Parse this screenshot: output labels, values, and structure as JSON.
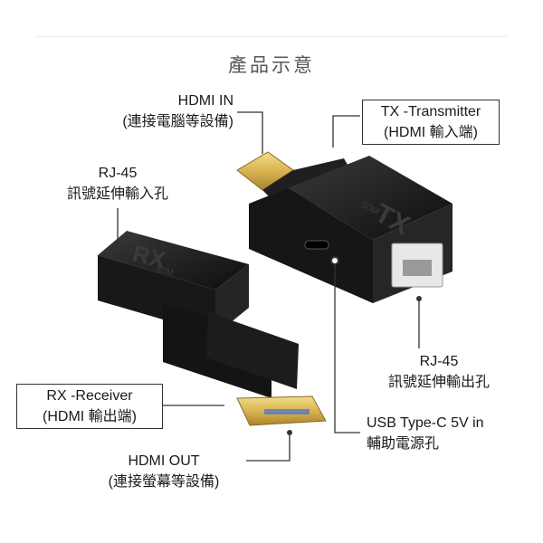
{
  "page_title": "產品示意",
  "labels": {
    "hdmi_in": {
      "line1": "HDMI IN",
      "line2": "(連接電腦等設備)"
    },
    "rj45_in": {
      "line1": "RJ-45",
      "line2": "訊號延伸輸入孔"
    },
    "tx": {
      "line1": "TX -Transmitter",
      "line2": "(HDMI 輸入端)"
    },
    "rj45_out": {
      "line1": "RJ-45",
      "line2": "訊號延伸輸出孔"
    },
    "usb": {
      "line1": "USB Type-C 5V in",
      "line2": "輔助電源孔"
    },
    "rx": {
      "line1": "RX -Receiver",
      "line2": "(HDMI 輸出端)"
    },
    "hdmi_out": {
      "line1": "HDMI OUT",
      "line2": "(連接螢幕等設備)"
    }
  },
  "device_marks": {
    "tx_logo": "TX",
    "rx_logo": "RX",
    "range": "60M"
  },
  "colors": {
    "body": "#1b1b1b",
    "connector_gold": "#d8b451",
    "leader": "#333333",
    "port_blue": "#4a6fd0"
  }
}
